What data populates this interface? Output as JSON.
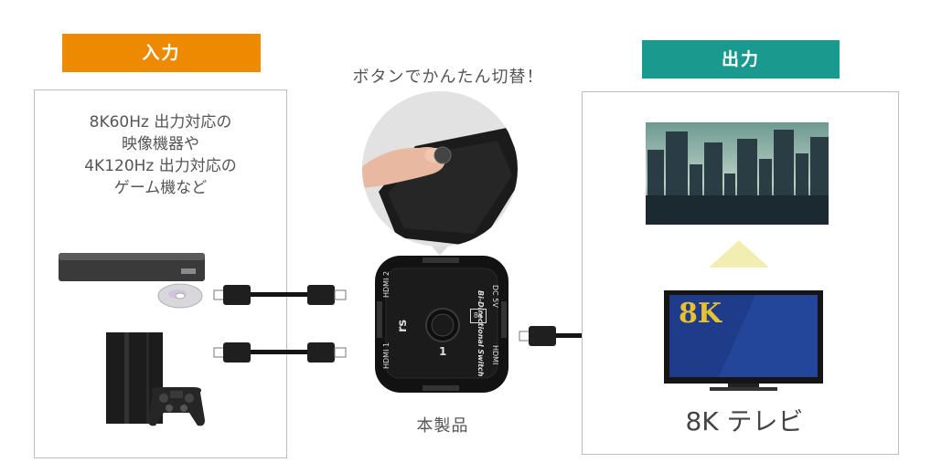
{
  "input_section": {
    "label": "入力",
    "description_lines": [
      "8K60Hz 出力対応の",
      "映像機器や",
      "4K120Hz 出力対応の",
      "ゲーム機など"
    ]
  },
  "output_section": {
    "label": "出力",
    "tv_screen_text": "8K",
    "tv_caption": "8K テレビ"
  },
  "center": {
    "callout": "ボタンでかんたん切替！",
    "product_caption": "本製品",
    "device_labels": {
      "hdmi2": "HDMI 2",
      "hdmi1": "HDMI 1",
      "hdmi": "HDMI",
      "dc5v": "DC 5V",
      "bidirectional": "Bi-Directional Switch",
      "eightk": "8K",
      "port_number": "1"
    }
  },
  "colors": {
    "input_tag": "#ee8a00",
    "output_tag": "#1a9a8e",
    "panel_border": "#bdbdbd",
    "arrow": "#f2edb0",
    "tv_screen": "#1e3c8a",
    "tv_text": "#e8c030"
  }
}
